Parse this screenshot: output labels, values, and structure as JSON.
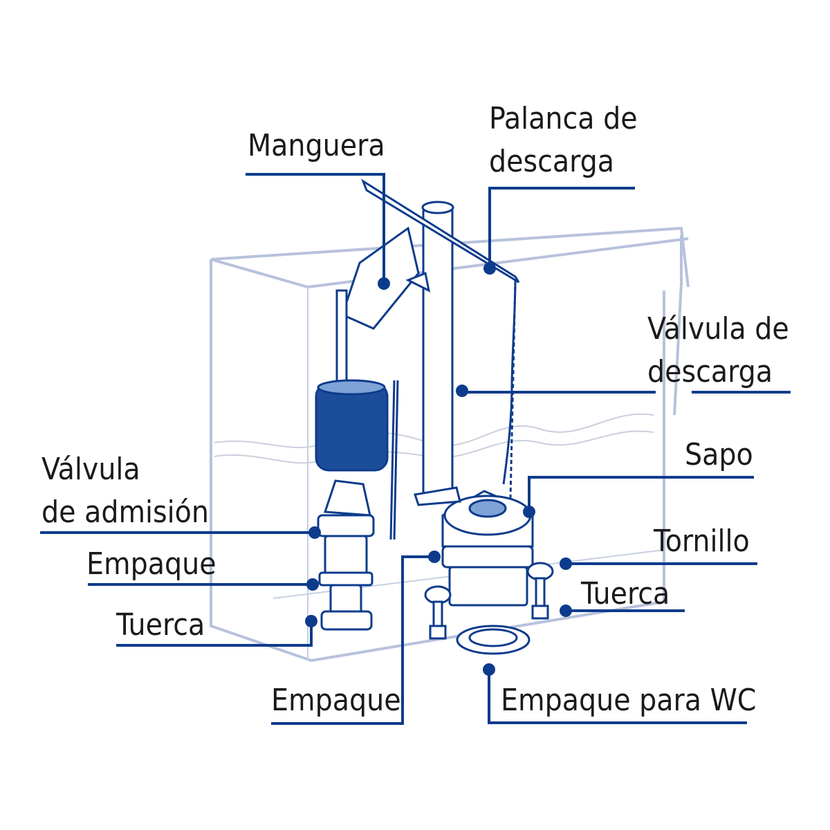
{
  "labels": {
    "manguera": "Manguera",
    "palanca_1": "Palanca de",
    "palanca_2": "descarga",
    "valvula_descarga_1": "Válvula de",
    "valvula_descarga_2": "descarga",
    "sapo": "Sapo",
    "valvula_admision_1": "Válvula",
    "valvula_admision_2": "de admisión",
    "empaque_left": "Empaque",
    "tornillo": "Tornillo",
    "tuerca_right": "Tuerca",
    "tuerca_left": "Tuerca",
    "empaque_bottom": "Empaque",
    "empaque_wc": "Empaque para WC"
  },
  "colors": {
    "accent": "#0d3b8c",
    "float": "#1b4d9b",
    "tank_outline": "#b7c2dc"
  }
}
